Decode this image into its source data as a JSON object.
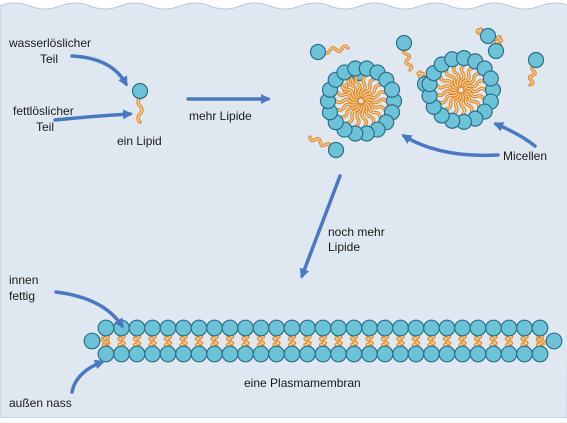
{
  "labels": {
    "water_soluble_line1": "wasserlöslicher",
    "water_soluble_line2": "Teil",
    "fat_soluble_line1": "fettlöslicher",
    "fat_soluble_line2": "Teil",
    "one_lipid": "ein Lipid",
    "more_lipids": "mehr Lipide",
    "micelles": "Micellen",
    "even_more_line1": "noch mehr",
    "even_more_line2": "Lipide",
    "inside_line1": "innen",
    "inside_line2": "fettig",
    "outside": "außen nass",
    "membrane": "eine Plasmamembran"
  },
  "colors": {
    "water": "#dfe8f1",
    "water_edge": "#b8cad9",
    "head_fill": "#6cc3d8",
    "head_stroke": "#2c6e88",
    "tail": "#e08a2c",
    "tail_light": "#f6d6a6",
    "arrow": "#4a79c2"
  }
}
